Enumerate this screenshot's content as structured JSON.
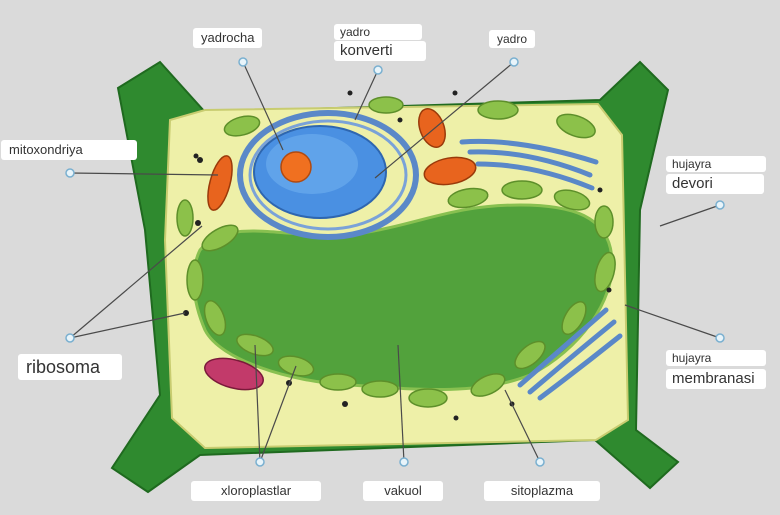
{
  "labels": {
    "yadrocha": "yadrocha",
    "yadro_konverti_1": "yadro",
    "yadro_konverti_2": "konverti",
    "yadro": "yadro",
    "mitoxondriya": "mitoxondriya",
    "hujayra_devori_1": "hujayra",
    "hujayra_devori_2": "devori",
    "ribosoma": "ribosoma",
    "hujayra_membranasi_1": "hujayra",
    "hujayra_membranasi_2": "membranasi",
    "xloroplastlar": "xloroplastlar",
    "vakuol": "vakuol",
    "sitoplazma": "sitoplazma"
  },
  "colors": {
    "background": "#dadada",
    "cell_wall": "#2e8b2e",
    "cytoplasm": "#eef0a8",
    "vacuole": "#4fa03a",
    "chloroplast": "#8cc14a",
    "nucleus": "#4a90e2",
    "nucleolus": "#f07020",
    "mitochondria": "#e8641e",
    "er": "#5a88c8",
    "leader_line": "#4a4a4a",
    "pin": "#7ab0d0"
  }
}
